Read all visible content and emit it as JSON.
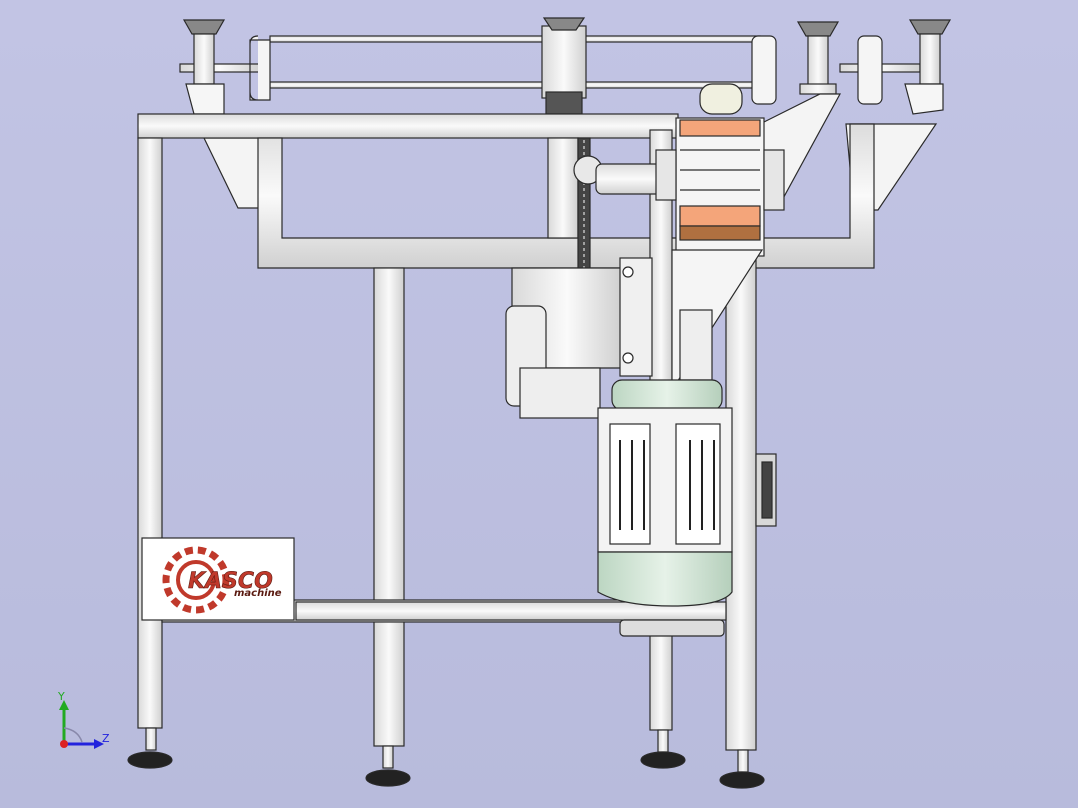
{
  "viewport": {
    "background": "#bcbedf",
    "line_color": "#2a2a2a",
    "steel_color": "#f2f2f2",
    "accent_orange": "#f4a57a",
    "accent_brown": "#b07040",
    "motor_green": "#cfe6d4"
  },
  "logo": {
    "brand": "KASCO",
    "sub": "machine",
    "color": "#c0392b"
  },
  "triad": {
    "y_label": "Y",
    "z_label": "Z",
    "x_color": "#d22",
    "y_color": "#2a2",
    "z_color": "#22d"
  }
}
